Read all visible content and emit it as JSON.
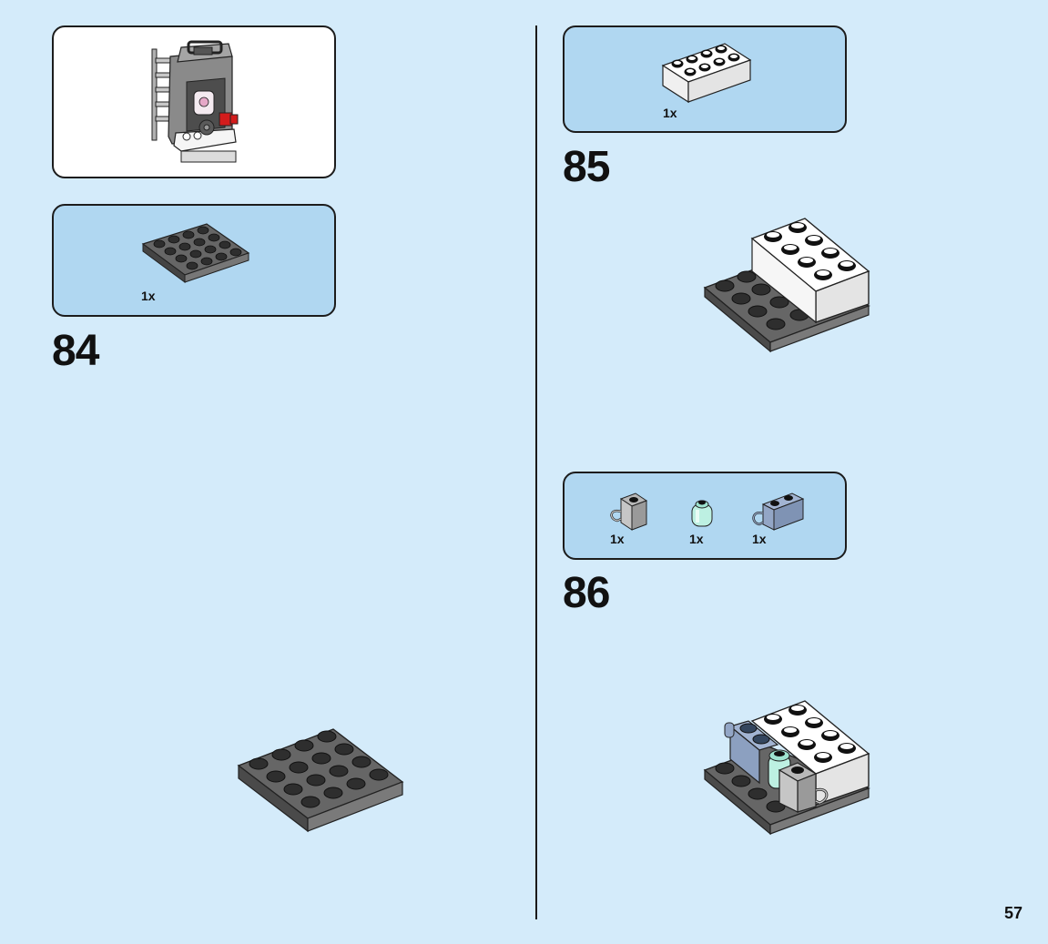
{
  "page_number": "57",
  "preview_panel": {
    "description_icon": "finished-submodel"
  },
  "step_84": {
    "number": "84",
    "parts": [
      {
        "qty": "1x",
        "part": "dark-gray-plate-4x4"
      }
    ]
  },
  "step_85": {
    "number": "85",
    "parts": [
      {
        "qty": "1x",
        "part": "white-brick-2x4"
      }
    ]
  },
  "step_86": {
    "number": "86",
    "parts": [
      {
        "qty": "1x",
        "part": "gray-brick-1x1-with-clip"
      },
      {
        "qty": "1x",
        "part": "trans-light-blue-round-brick-1x1"
      },
      {
        "qty": "1x",
        "part": "sand-blue-brick-1x2-with-clip"
      }
    ]
  },
  "colors": {
    "page_background": "#d4ebfa",
    "callout_background": "#b0d7f1",
    "dark_gray": "#555555",
    "white_brick": "#ffffff",
    "sand_blue": "#8ca0c0",
    "trans_light_blue": "#bdf0e2"
  }
}
